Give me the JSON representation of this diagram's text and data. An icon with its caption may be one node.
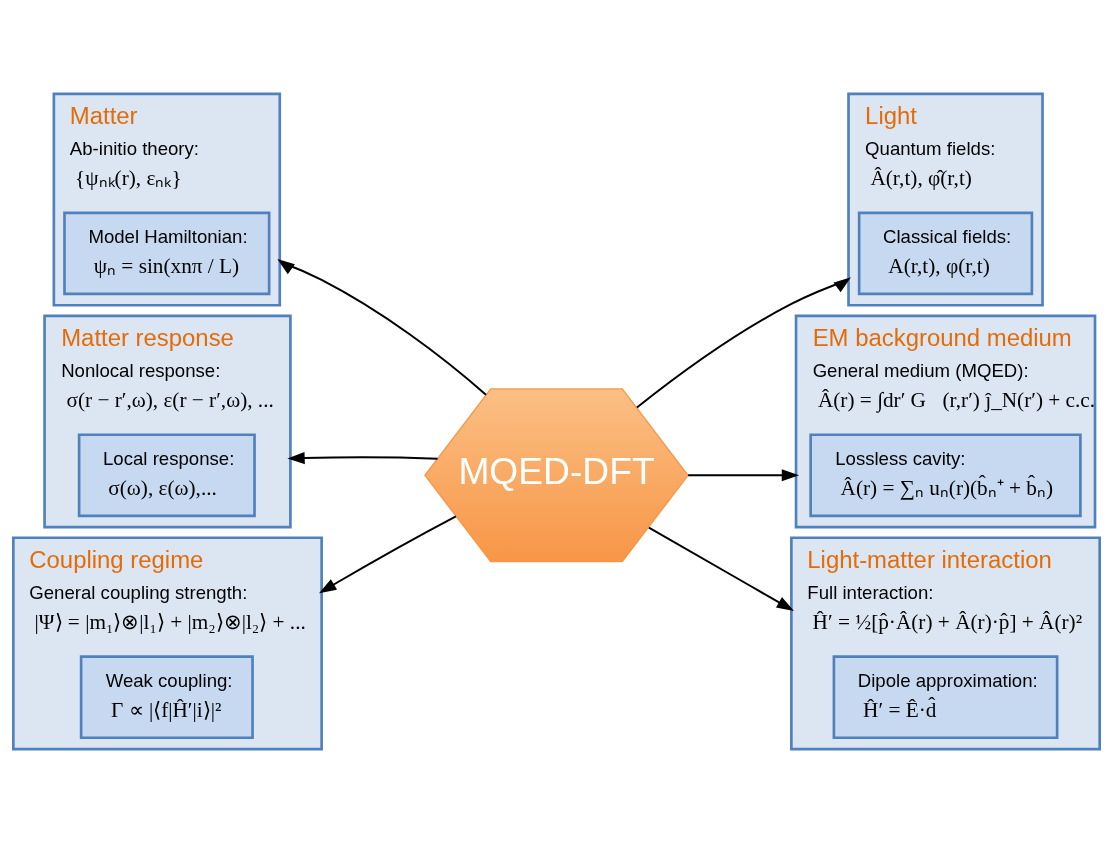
{
  "diagram": {
    "nodes": [
      {
        "text": [
          "MQED-DFT"
        ]
      },
      {
        "text": [
          "Matter",
          "Ab-initio theory:",
          "{ψₙₖ(r), εₙₖ}"
        ]
      },
      {
        "text": [
          "Model Hamiltonian:",
          "ψₙ = sin(xnπ / L)"
        ],
        "in": 1
      },
      {
        "text": [
          "Light",
          "Quantum fields:",
          "Â(r,t), φ̂(r,t)"
        ]
      },
      {
        "text": [
          "Classical fields:",
          "A(r,t), φ(r,t)"
        ],
        "in": 3
      },
      {
        "text": [
          "Matter response",
          "Nonlocal response:",
          "σ(r − r′,ω), ε(r − r′,ω), ..."
        ]
      },
      {
        "text": [
          "Local response:",
          "σ(ω), ε(ω),..."
        ],
        "in": 5
      },
      {
        "text": [
          "EM background medium",
          "General medium (MQED):",
          "Â(r) = ∫dr′ G⃡(r,r′) ĵ_N(r′) + c.c."
        ]
      },
      {
        "text": [
          "Lossless cavity:",
          "Â(r) = ∑ₙ uₙ(r)(b̂ₙ⁺ + b̂ₙ)"
        ],
        "in": 7
      },
      {
        "text": [
          "Coupling regime",
          "General coupling strength:",
          "|Ψ⟩ = |m₁⟩⊗|l₁⟩ + |m₂⟩⊗|l₂⟩ + ..."
        ]
      },
      {
        "text": [
          "Weak coupling:",
          "Γ ∝ |⟨f|Ĥ′|i⟩|²"
        ],
        "in": 9
      },
      {
        "text": [
          "Light-matter interaction",
          "Full interaction:",
          "Ĥ′ = ½[p̂·Â(r) + Â(r)·p̂] + Â(r)²"
        ]
      },
      {
        "text": [
          "Dipole approximation:",
          "Ĥ′ = Ê·d̂"
        ],
        "in": 11
      }
    ],
    "edges": [
      {
        "from": 0,
        "to": 1,
        "arrow": "to"
      },
      {
        "from": 0,
        "to": 3,
        "arrow": "to"
      },
      {
        "from": 0,
        "to": 5,
        "arrow": "to"
      },
      {
        "from": 0,
        "to": 7,
        "arrow": "to"
      },
      {
        "from": 0,
        "to": 9,
        "arrow": "to"
      },
      {
        "from": 0,
        "to": 11,
        "arrow": "to"
      }
    ]
  }
}
